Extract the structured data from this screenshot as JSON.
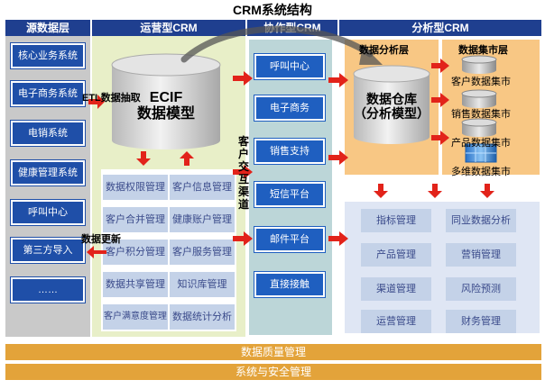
{
  "title": "CRM系统结构",
  "headers": {
    "source": "源数据层",
    "operational": "运营型CRM",
    "collaborative": "协作型CRM",
    "analytical": "分析型CRM"
  },
  "source_items": [
    "核心业务系统",
    "电子商务系统",
    "电销系统",
    "健康管理系统",
    "呼叫中心",
    "第三方导入",
    "……"
  ],
  "ecif": {
    "line1": "ECIF",
    "line2": "数据模型"
  },
  "etl_label": "ETL数据抽取",
  "update_label": "数据更新",
  "ops_items": [
    "数据权限管理",
    "客户信息管理",
    "客户合并管理",
    "健康账户管理",
    "客户积分管理",
    "客户服务管理",
    "数据共享管理",
    "知识库管理",
    "客户满意度管理",
    "数据统计分析"
  ],
  "channel_label": "客户交互渠道",
  "channel_items": [
    "呼叫中心",
    "电子商务",
    "销售支持",
    "短信平台",
    "邮件平台",
    "直接接触"
  ],
  "dw": {
    "layer": "数据分析层",
    "line1": "数据仓库",
    "line2": "（分析模型）"
  },
  "mart": {
    "layer": "数据集市层",
    "items": [
      "客户数据集市",
      "销售数据集市",
      "产品数据集市",
      "多维数据集市"
    ]
  },
  "analysis_items": [
    "指标管理",
    "同业数据分析",
    "产品管理",
    "营销管理",
    "渠道管理",
    "风险预测",
    "运营管理",
    "财务管理"
  ],
  "bars": [
    "数据质量管理",
    "系统与安全管理"
  ],
  "colors": {
    "header": "#1f3f8f",
    "arrow": "#e2231a",
    "accent_bar": "#e3a33a"
  }
}
